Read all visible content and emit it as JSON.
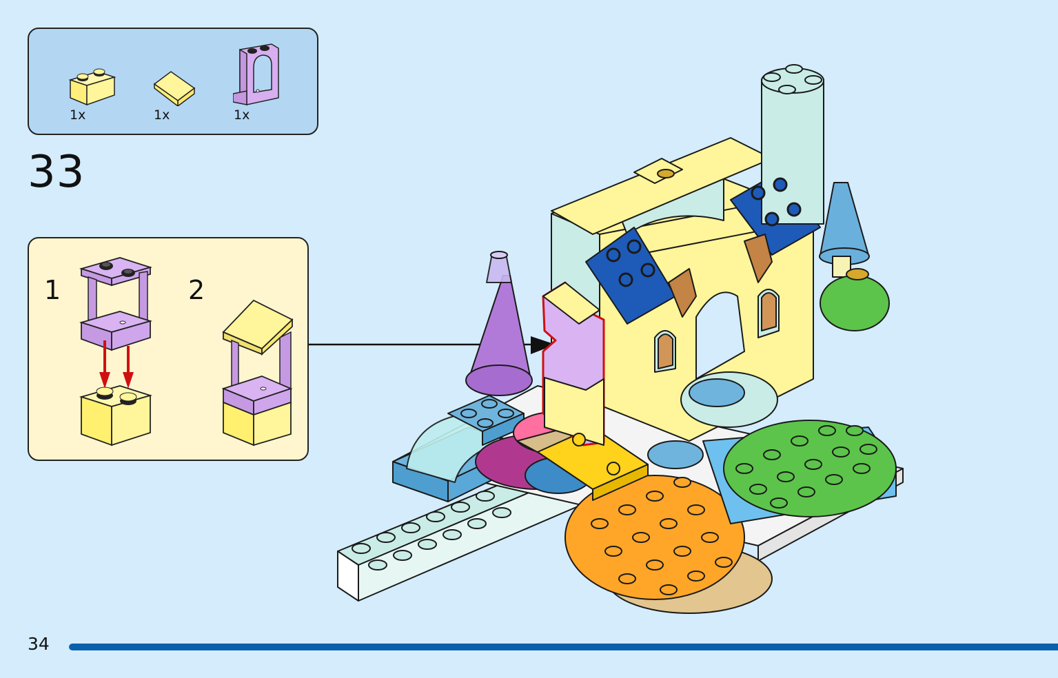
{
  "page": {
    "page_number": "34",
    "progress_percent": 100,
    "colors": {
      "background": "#d4ecfb",
      "parts_box": "#b3d7f3",
      "sub_box": "#fff6d0",
      "progress": "#0a60ad",
      "highlight": "#d01010"
    }
  },
  "parts_list": {
    "items": [
      {
        "name": "yellow-brick-1x2",
        "color": "#fff59a",
        "qty": "1x"
      },
      {
        "name": "yellow-slope-1x2",
        "color": "#fff59a",
        "qty": "1x"
      },
      {
        "name": "lavender-window-frame",
        "color": "#d7aef0",
        "qty": "1x"
      }
    ]
  },
  "step": {
    "number": "33"
  },
  "sub_assembly": {
    "steps": [
      {
        "number": "1"
      },
      {
        "number": "2"
      }
    ]
  },
  "model": {
    "description": "Castle assembly with highlighted window-frame sub-assembly"
  }
}
